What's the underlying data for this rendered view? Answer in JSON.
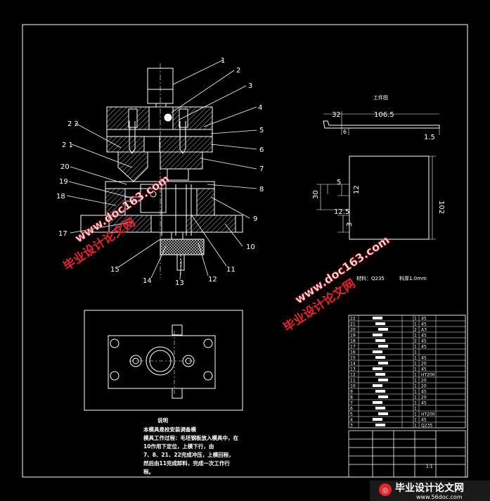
{
  "drawing": {
    "part_labels": [
      "1",
      "2",
      "3",
      "4",
      "5",
      "6",
      "7",
      "8",
      "9",
      "10",
      "11",
      "12",
      "13",
      "14",
      "15",
      "17",
      "18",
      "19",
      "20",
      "2 1",
      "2 2"
    ],
    "workpiece_title": "工件图",
    "workpiece_dims": {
      "d1": "32",
      "d2": "106.5",
      "d3": "1.5",
      "d4": "102",
      "d5": "30",
      "d6": "12",
      "d7": "12.5",
      "d8": "5",
      "d9": "3",
      "d10": "6"
    },
    "material_text": "材料：Q235",
    "thickness_text": "料厚1.0mm",
    "notes_title": "说明",
    "notes_lines": [
      "本模具是校安装调备模",
      "模具工作过程：毛坯钢板放入模具中，在",
      "10作用下定位，上模下行，由",
      "7、8、21、22完成冲压，上模回程，",
      "然后由11完成卸料，完成一次工作行",
      "程。"
    ],
    "bom_rows": [
      [
        "22",
        "",
        "1",
        "45"
      ],
      [
        "21",
        "",
        "1",
        "45"
      ],
      [
        "20",
        "",
        "2",
        "A3"
      ],
      [
        "19",
        "",
        "1",
        "45"
      ],
      [
        "18",
        "",
        "2",
        "45"
      ],
      [
        "17",
        "",
        "1",
        "45"
      ],
      [
        "16",
        "",
        "1",
        ""
      ],
      [
        "15",
        "",
        "1",
        "45"
      ],
      [
        "14",
        "",
        "1",
        "20"
      ],
      [
        "13",
        "",
        "1",
        "45"
      ],
      [
        "12",
        "",
        "1",
        "HT200"
      ],
      [
        "11",
        "",
        "1",
        "20"
      ],
      [
        "10",
        "",
        "1",
        "20"
      ],
      [
        "9",
        "",
        "1",
        "45"
      ],
      [
        "8",
        "",
        "1",
        "20"
      ],
      [
        "7",
        "",
        "1",
        "45"
      ],
      [
        "6",
        "",
        "1",
        ""
      ],
      [
        "5",
        "",
        "1",
        "HT200"
      ],
      [
        "4",
        "",
        "1",
        "45"
      ],
      [
        "3",
        "",
        "1",
        "Q235"
      ]
    ],
    "title_block_text": "1:1"
  },
  "watermarks": {
    "wm1_cn": "毕业设计论文网",
    "wm1_url": "www.doc163.com",
    "wm2_cn": "毕业设计论文网",
    "wm2_url": "www.doc163.com"
  },
  "brand": {
    "name": "毕业设计论文网",
    "url": "www.56doc.com"
  },
  "colors": {
    "background": "#000000",
    "line": "#ffffff",
    "watermark": "#e8232a"
  }
}
